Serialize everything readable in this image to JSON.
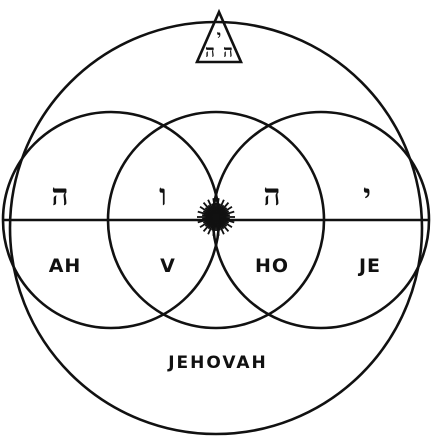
{
  "colors": {
    "ink": "#111111",
    "background": "#ffffff"
  },
  "triangle_letters": [
    "י",
    "ה",
    "ה"
  ],
  "hebrew_letters": {
    "left": "ה",
    "center_left": "ו",
    "center_right": "ה",
    "right": "י"
  },
  "transliterations": {
    "left": "AH",
    "center_left": "V",
    "center_right": "HO",
    "right": "JE"
  },
  "bottom_label": "JEHOVAH",
  "center_icon": "radiant-star-icon"
}
